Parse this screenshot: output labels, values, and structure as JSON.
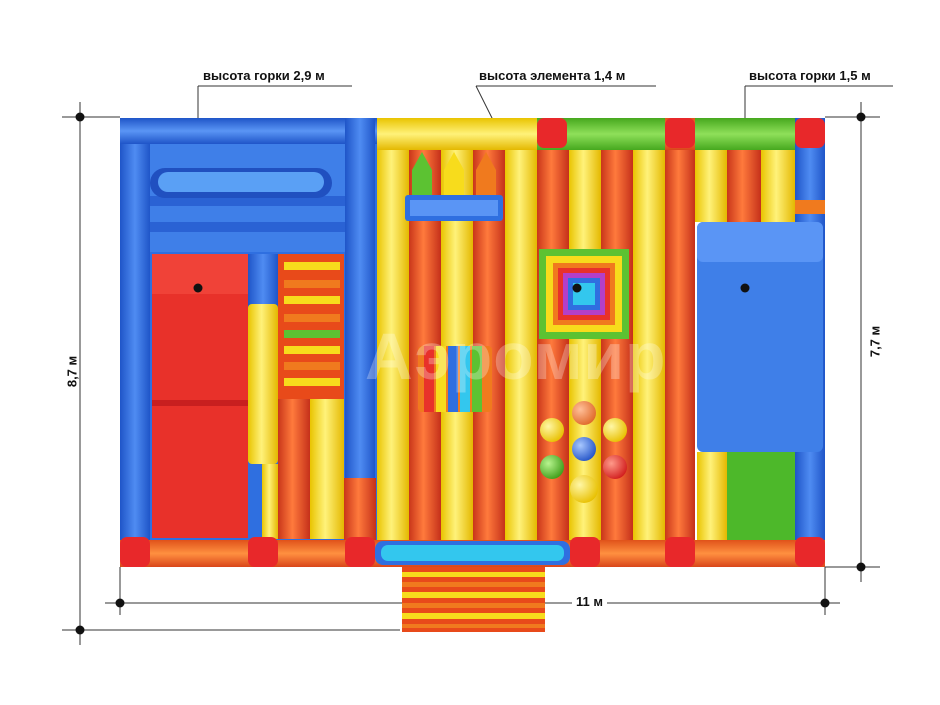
{
  "annotations": {
    "slide_left": "высота горки 2,9 м",
    "element_center": "высота элемента 1,4 м",
    "slide_right": "высота горки 1,5 м"
  },
  "dimensions": {
    "total_length": "8,7 м",
    "body_length": "7,7 м",
    "width": "11 м"
  },
  "watermark": "Аэромир",
  "colors": {
    "blue": "#2f6fe0",
    "red": "#e8312a",
    "orange": "#f07a1e",
    "yellow": "#f7dc1c",
    "green": "#5cc232",
    "cyan": "#33c7ee"
  }
}
